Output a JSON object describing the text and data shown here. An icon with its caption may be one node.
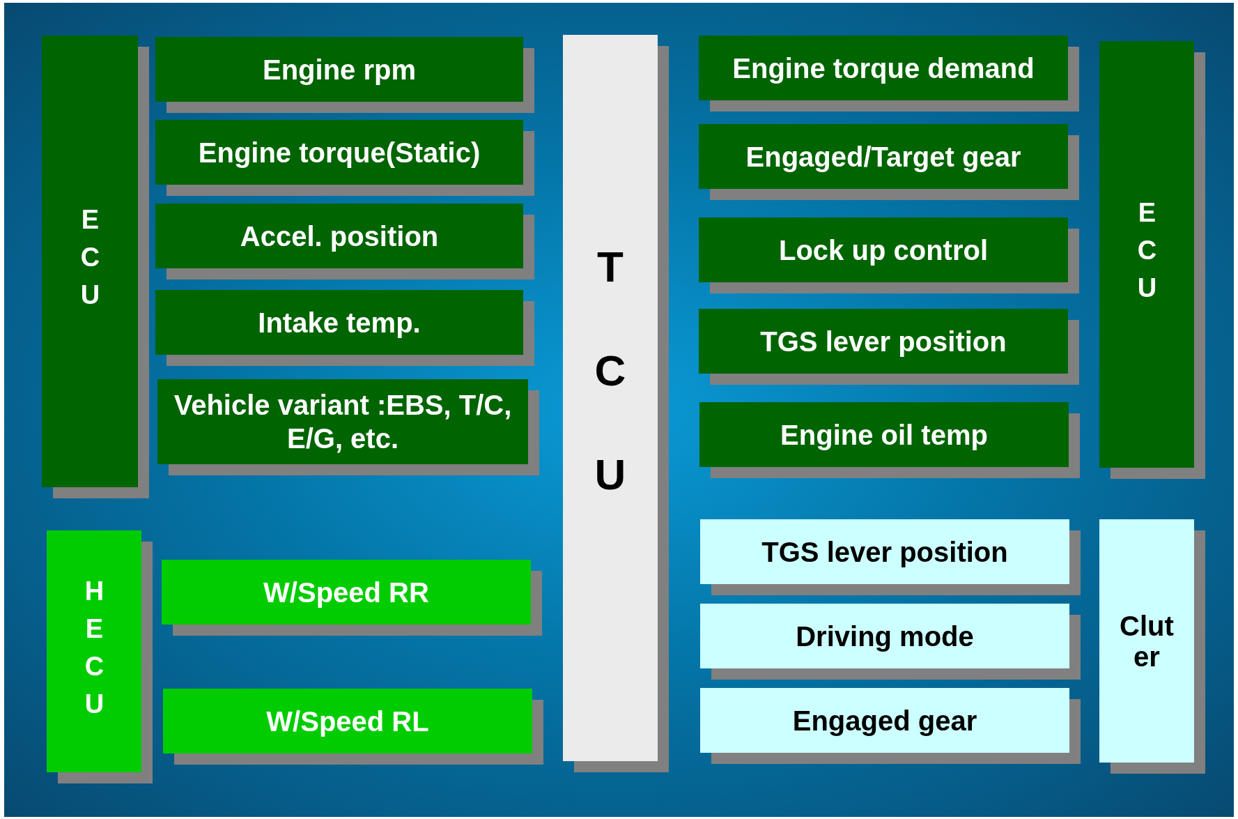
{
  "diagram": {
    "nodes": [
      {
        "text": [
          "ECU"
        ]
      },
      {
        "text": [
          "Engine rpm"
        ]
      },
      {
        "text": [
          "Engine torque(Static)"
        ]
      },
      {
        "text": [
          "Accel. position"
        ]
      },
      {
        "text": [
          "Intake temp."
        ]
      },
      {
        "text": [
          "Vehicle variant :EBS, T/C, E/G, etc."
        ]
      },
      {
        "text": [
          "HECU"
        ]
      },
      {
        "text": [
          "W/Speed RR"
        ]
      },
      {
        "text": [
          "W/Speed RL"
        ]
      },
      {
        "text": [
          "TCU"
        ]
      },
      {
        "text": [
          "Engine torque demand"
        ]
      },
      {
        "text": [
          "Engaged/Target gear"
        ]
      },
      {
        "text": [
          "Lock up control"
        ]
      },
      {
        "text": [
          "TGS lever position"
        ]
      },
      {
        "text": [
          "Engine oil temp"
        ]
      },
      {
        "text": [
          "ECU"
        ]
      },
      {
        "text": [
          "TGS lever position"
        ]
      },
      {
        "text": [
          "Driving mode"
        ]
      },
      {
        "text": [
          "Engaged gear"
        ]
      },
      {
        "text": [
          "Cluter"
        ]
      }
    ]
  }
}
